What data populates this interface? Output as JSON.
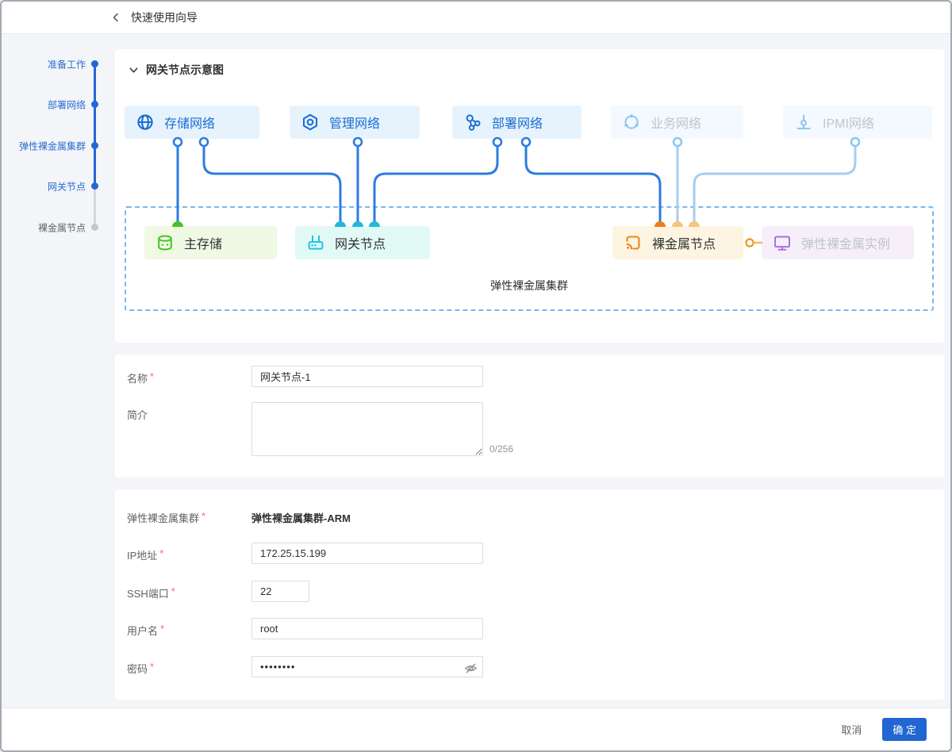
{
  "header": {
    "title": "快速使用向导"
  },
  "marks": {
    "required": "*"
  },
  "sidebar": {
    "steps": [
      {
        "label": "准备工作",
        "state": "done"
      },
      {
        "label": "部署网络",
        "state": "done"
      },
      {
        "label": "弹性裸金属集群",
        "state": "done"
      },
      {
        "label": "网关节点",
        "state": "active"
      },
      {
        "label": "裸金属节点",
        "state": "pending"
      }
    ]
  },
  "diagram": {
    "section_title": "网关节点示意图",
    "networks": [
      {
        "label": "存储网络",
        "icon": "globe-icon",
        "state": "active"
      },
      {
        "label": "管理网络",
        "icon": "management-icon",
        "state": "active"
      },
      {
        "label": "部署网络",
        "icon": "deploy-icon",
        "state": "active"
      },
      {
        "label": "业务网络",
        "icon": "business-icon",
        "state": "inactive"
      },
      {
        "label": "IPMI网络",
        "icon": "ipmi-icon",
        "state": "inactive"
      }
    ],
    "nodes": [
      {
        "label": "主存储",
        "icon": "storage-db-icon",
        "color": "green"
      },
      {
        "label": "网关节点",
        "icon": "router-icon",
        "color": "cyan"
      },
      {
        "label": "裸金属节点",
        "icon": "bare-metal-icon",
        "color": "orange"
      },
      {
        "label": "弹性裸金属实例",
        "icon": "monitor-icon",
        "color": "purple"
      }
    ],
    "cluster_label": "弹性裸金属集群"
  },
  "form_basic": {
    "name_label": "名称",
    "name_value": "网关节点-1",
    "desc_label": "简介",
    "desc_value": "",
    "desc_counter": "0/256"
  },
  "form_conn": {
    "cluster_label": "弹性裸金属集群",
    "cluster_value": "弹性裸金属集群-ARM",
    "ip_label": "IP地址",
    "ip_value": "172.25.15.199",
    "ssh_label": "SSH端口",
    "ssh_value": "22",
    "user_label": "用户名",
    "user_value": "root",
    "pwd_label": "密码",
    "pwd_value": "••••••••"
  },
  "footer": {
    "cancel_label": "取消",
    "confirm_label": "确 定"
  },
  "colors": {
    "accent_blue": "#2468d4",
    "line_blue": "#2d7ce0",
    "line_light": "#a6cdf2",
    "net_active_bg": "#e7f3fc",
    "net_inactive_bg": "#f3f9fe",
    "green": "#45c425",
    "cyan": "#22b7dd",
    "orange": "#f07d17",
    "light_orange": "#f8c37b",
    "purple": "#a972dd",
    "required_red": "#f56c6c",
    "confirm_bg": "#2166d1",
    "page_bg": "#f3f5f8"
  }
}
